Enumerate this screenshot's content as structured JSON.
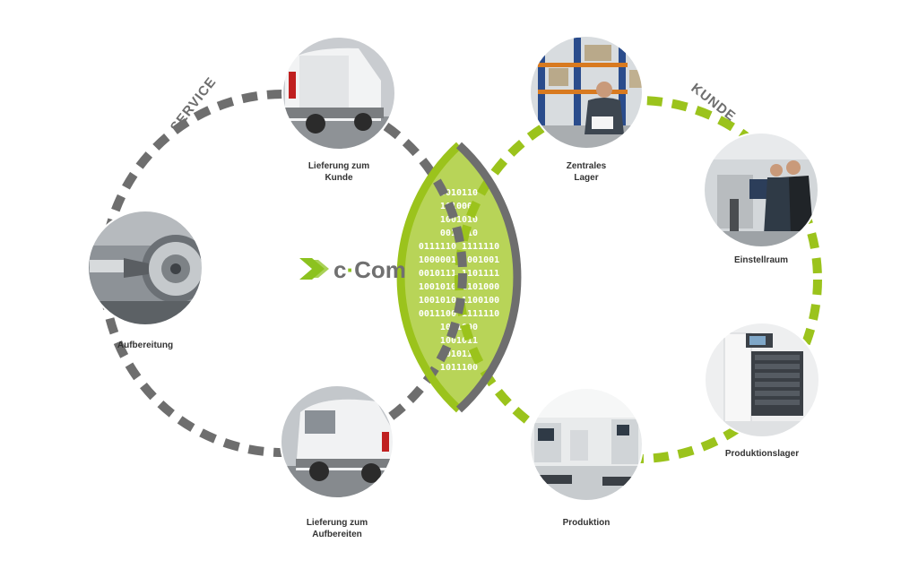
{
  "colors": {
    "service": "#6e6e6e",
    "customer": "#9bc31c",
    "customer_light": "#c9dd86",
    "overlap": "#b8d458",
    "logo_green": "#8cc21f",
    "logo_gray": "#707070"
  },
  "arcs": {
    "service_label": "SERVICE",
    "customer_label": "KUNDE"
  },
  "logo": {
    "text": "c-Com",
    "icon": "double-chevron-right-icon"
  },
  "nodes": [
    {
      "id": "lieferung-kunde",
      "image": "van-photo",
      "lines": [
        "Lieferung zum",
        "Kunde"
      ]
    },
    {
      "id": "zentrales-lager",
      "image": "warehouse-worker-photo",
      "lines": [
        "Zentrales",
        "Lager"
      ]
    },
    {
      "id": "einstellraum",
      "image": "presetting-machine-photo",
      "lines": [
        "Einstellraum"
      ]
    },
    {
      "id": "produktionslager",
      "image": "vending-cabinet-photo",
      "lines": [
        "Produktionslager"
      ]
    },
    {
      "id": "produktion",
      "image": "factory-hall-photo",
      "lines": [
        "Produktion"
      ]
    },
    {
      "id": "lieferung-aufbereiten",
      "image": "van-photo",
      "lines": [
        "Lieferung zum",
        "Aufbereiten"
      ]
    },
    {
      "id": "aufbereitung",
      "image": "grinding-tool-photo",
      "lines": [
        "Aufbereitung"
      ]
    }
  ],
  "binary_rows": [
    "0010110",
    "1010001",
    "1001010",
    "0011010",
    "0111110 1111110",
    "1000001 1001001",
    "0010111 1101111",
    "1001010 1101000",
    "1001010 1100100",
    "0011100 1111110",
    "1001000",
    "1001011",
    "0010110",
    "1011100"
  ]
}
